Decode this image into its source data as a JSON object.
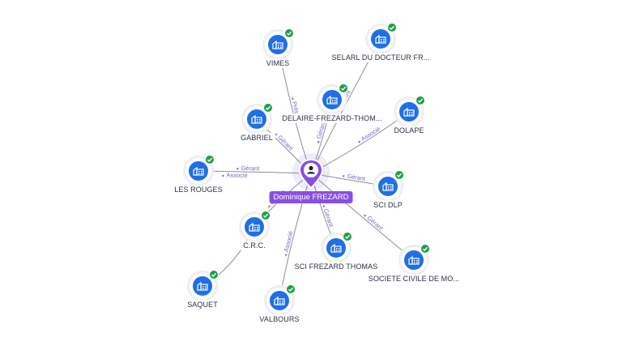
{
  "center": {
    "name": "Dominique FREZARD",
    "icon": "person-pin-icon",
    "color": "#8a4fe0"
  },
  "nodes": [
    {
      "id": "vimes",
      "label": "VIMES",
      "icon": "company-icon",
      "verified": true
    },
    {
      "id": "selarl",
      "label": "SELARL DU DOCTEUR FR...",
      "icon": "company-icon",
      "verified": true
    },
    {
      "id": "delaire",
      "label": "DELAIRE-FREZARD-THOM...",
      "icon": "company-icon",
      "verified": true
    },
    {
      "id": "dolape",
      "label": "DOLAPE",
      "icon": "company-icon",
      "verified": true
    },
    {
      "id": "gabriel",
      "label": "GABRIEL",
      "icon": "company-icon",
      "verified": true
    },
    {
      "id": "lesrouges",
      "label": "LES ROUGES",
      "icon": "company-icon",
      "verified": true
    },
    {
      "id": "scidlp",
      "label": "SCI DLP",
      "icon": "company-icon",
      "verified": true
    },
    {
      "id": "crc",
      "label": "C.R.C.",
      "icon": "company-icon",
      "verified": true
    },
    {
      "id": "scifrezard",
      "label": "SCI FREZARD THOMAS",
      "icon": "company-icon",
      "verified": true
    },
    {
      "id": "societe",
      "label": "SOCIETE CIVILE DE MO...",
      "icon": "company-icon",
      "verified": true
    },
    {
      "id": "saquet",
      "label": "SAQUET",
      "icon": "company-icon",
      "verified": true
    },
    {
      "id": "valbours",
      "label": "VALBOURS",
      "icon": "company-icon",
      "verified": true
    }
  ],
  "edges": [
    {
      "from": "center",
      "to": "vimes",
      "labels": [
        "Prési"
      ]
    },
    {
      "from": "center",
      "to": "selarl",
      "labels": [
        "Gérant"
      ]
    },
    {
      "from": "center",
      "to": "delaire",
      "labels": [
        "Gérant"
      ]
    },
    {
      "from": "center",
      "to": "dolape",
      "labels": [
        "Associé"
      ]
    },
    {
      "from": "center",
      "to": "gabriel",
      "labels": [
        "Gérant"
      ]
    },
    {
      "from": "center",
      "to": "lesrouges",
      "labels": [
        "Gérant",
        "Associé"
      ]
    },
    {
      "from": "center",
      "to": "scidlp",
      "labels": [
        "Gérant"
      ]
    },
    {
      "from": "center",
      "to": "crc",
      "labels": [
        "Gérant"
      ]
    },
    {
      "from": "center",
      "to": "scifrezard",
      "labels": [
        "Gérant"
      ]
    },
    {
      "from": "center",
      "to": "societe",
      "labels": [
        "Gérant"
      ]
    },
    {
      "from": "crc",
      "to": "saquet",
      "labels": []
    },
    {
      "from": "center",
      "to": "valbours",
      "labels": [
        "Associé"
      ]
    }
  ],
  "colors": {
    "company": "#1f6fe6",
    "verified": "#1f9e4a",
    "edge_label": "#7a66c7"
  }
}
